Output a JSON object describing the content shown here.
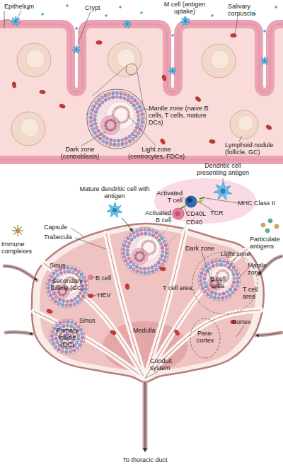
{
  "diagram": {
    "labels": [
      "Epithelium",
      "Crypt",
      "M cell (antigen uptake)",
      "Salivary corpuscle",
      "Mantle zone (naive B cells, T cells, mature DCs)",
      "Dark zone (centroblasts)",
      "Light zone (centrocytes, FDCs)",
      "Lymphoid nodule (follicle, GC)",
      "Dendritic cell presenting antigen",
      "Mature dendritic cell with antigen",
      "Activated T cell",
      "MHC Class II",
      "Activated B cell",
      "CD40L",
      "TCR",
      "CD40",
      "Capsule",
      "Immune complexes",
      "Trabecula",
      "Particulate antigens",
      "Dark zone",
      "Light zone",
      "Sinus",
      "Mantle zone",
      "Secondary follicle (GC)",
      "B cell",
      "B cell area",
      "T cell area",
      "T cell area",
      "HEV",
      "Sinus",
      "Cortex",
      "Medulla",
      "Para-cortex",
      "Primary follicle (GC)",
      "Conduit system",
      "To thoracic duct"
    ]
  }
}
